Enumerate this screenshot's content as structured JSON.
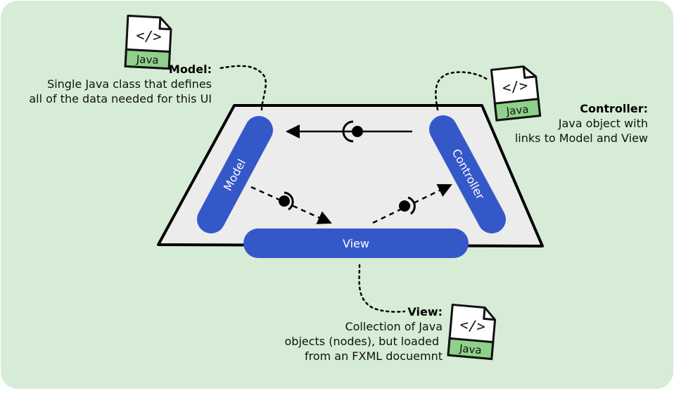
{
  "colors": {
    "background": "#d6ecd6",
    "board": "#ececec",
    "pill": "#3558c9",
    "ink": "#000000",
    "file_tag": "#8fd18a"
  },
  "pills": {
    "model": "Model",
    "controller": "Controller",
    "view": "View"
  },
  "file_icon": {
    "code": "</>",
    "tag": "Java"
  },
  "captions": {
    "model": {
      "title": "Model:",
      "lines": [
        "Single Java class that defines",
        "all of the data needed for this UI"
      ]
    },
    "controller": {
      "title": "Controller:",
      "lines": [
        "Java object with",
        "links to Model and View"
      ]
    },
    "view": {
      "title": "View:",
      "lines": [
        "Collection of Java",
        "objects (nodes), but loaded",
        "from an FXML docuemnt"
      ]
    }
  },
  "icons": {
    "file": "java-file-icon",
    "interface": "interface-ball-socket-icon"
  }
}
